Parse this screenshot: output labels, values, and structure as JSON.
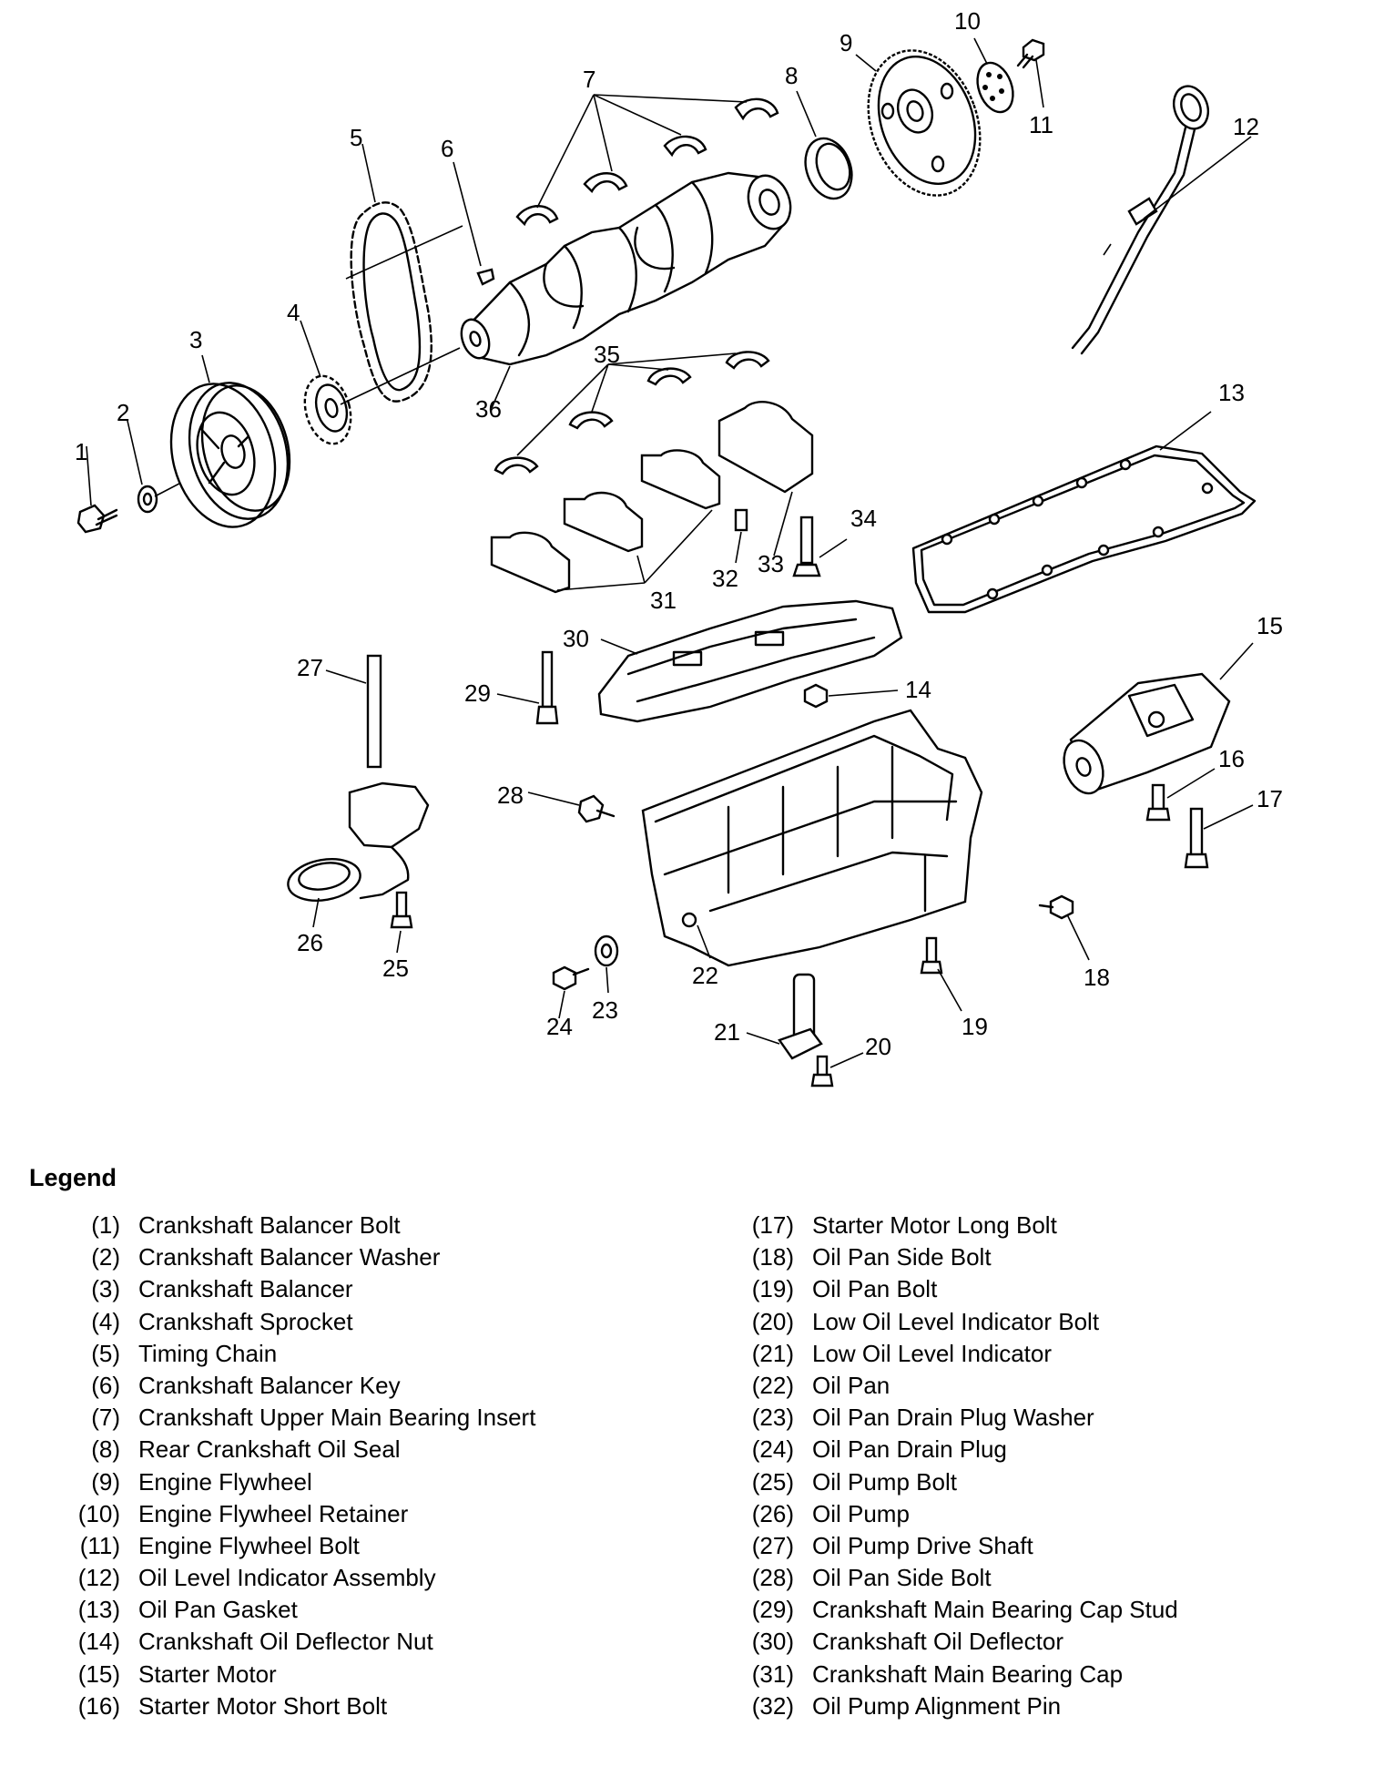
{
  "diagram": {
    "callouts": [
      "1",
      "2",
      "3",
      "4",
      "5",
      "6",
      "7",
      "8",
      "9",
      "10",
      "11",
      "12",
      "13",
      "14",
      "15",
      "16",
      "17",
      "18",
      "19",
      "20",
      "21",
      "22",
      "23",
      "24",
      "25",
      "26",
      "27",
      "28",
      "29",
      "30",
      "31",
      "32",
      "33",
      "34",
      "35",
      "36"
    ]
  },
  "legend": {
    "title": "Legend",
    "left": [
      {
        "n": "(1)",
        "d": "Crankshaft Balancer Bolt"
      },
      {
        "n": "(2)",
        "d": "Crankshaft Balancer Washer"
      },
      {
        "n": "(3)",
        "d": "Crankshaft Balancer"
      },
      {
        "n": "(4)",
        "d": "Crankshaft Sprocket"
      },
      {
        "n": "(5)",
        "d": "Timing Chain"
      },
      {
        "n": "(6)",
        "d": "Crankshaft Balancer Key"
      },
      {
        "n": "(7)",
        "d": "Crankshaft Upper Main Bearing Insert"
      },
      {
        "n": "(8)",
        "d": "Rear Crankshaft Oil Seal"
      },
      {
        "n": "(9)",
        "d": "Engine Flywheel"
      },
      {
        "n": "(10)",
        "d": "Engine Flywheel Retainer"
      },
      {
        "n": "(11)",
        "d": "Engine Flywheel Bolt"
      },
      {
        "n": "(12)",
        "d": "Oil Level Indicator Assembly"
      },
      {
        "n": "(13)",
        "d": "Oil Pan Gasket"
      },
      {
        "n": "(14)",
        "d": "Crankshaft Oil Deflector Nut"
      },
      {
        "n": "(15)",
        "d": "Starter Motor"
      },
      {
        "n": "(16)",
        "d": "Starter Motor Short Bolt"
      }
    ],
    "right": [
      {
        "n": "(17)",
        "d": "Starter Motor Long Bolt"
      },
      {
        "n": "(18)",
        "d": "Oil Pan Side Bolt"
      },
      {
        "n": "(19)",
        "d": "Oil Pan Bolt"
      },
      {
        "n": "(20)",
        "d": "Low Oil Level Indicator Bolt"
      },
      {
        "n": "(21)",
        "d": "Low Oil Level Indicator"
      },
      {
        "n": "(22)",
        "d": "Oil Pan"
      },
      {
        "n": "(23)",
        "d": "Oil Pan Drain Plug Washer"
      },
      {
        "n": "(24)",
        "d": "Oil Pan Drain Plug"
      },
      {
        "n": "(25)",
        "d": "Oil Pump Bolt"
      },
      {
        "n": "(26)",
        "d": "Oil Pump"
      },
      {
        "n": "(27)",
        "d": "Oil Pump Drive Shaft"
      },
      {
        "n": "(28)",
        "d": "Oil Pan Side Bolt"
      },
      {
        "n": "(29)",
        "d": "Crankshaft Main Bearing Cap Stud"
      },
      {
        "n": "(30)",
        "d": "Crankshaft Oil Deflector"
      },
      {
        "n": "(31)",
        "d": "Crankshaft Main Bearing Cap"
      },
      {
        "n": "(32)",
        "d": "Oil Pump Alignment Pin"
      }
    ]
  }
}
